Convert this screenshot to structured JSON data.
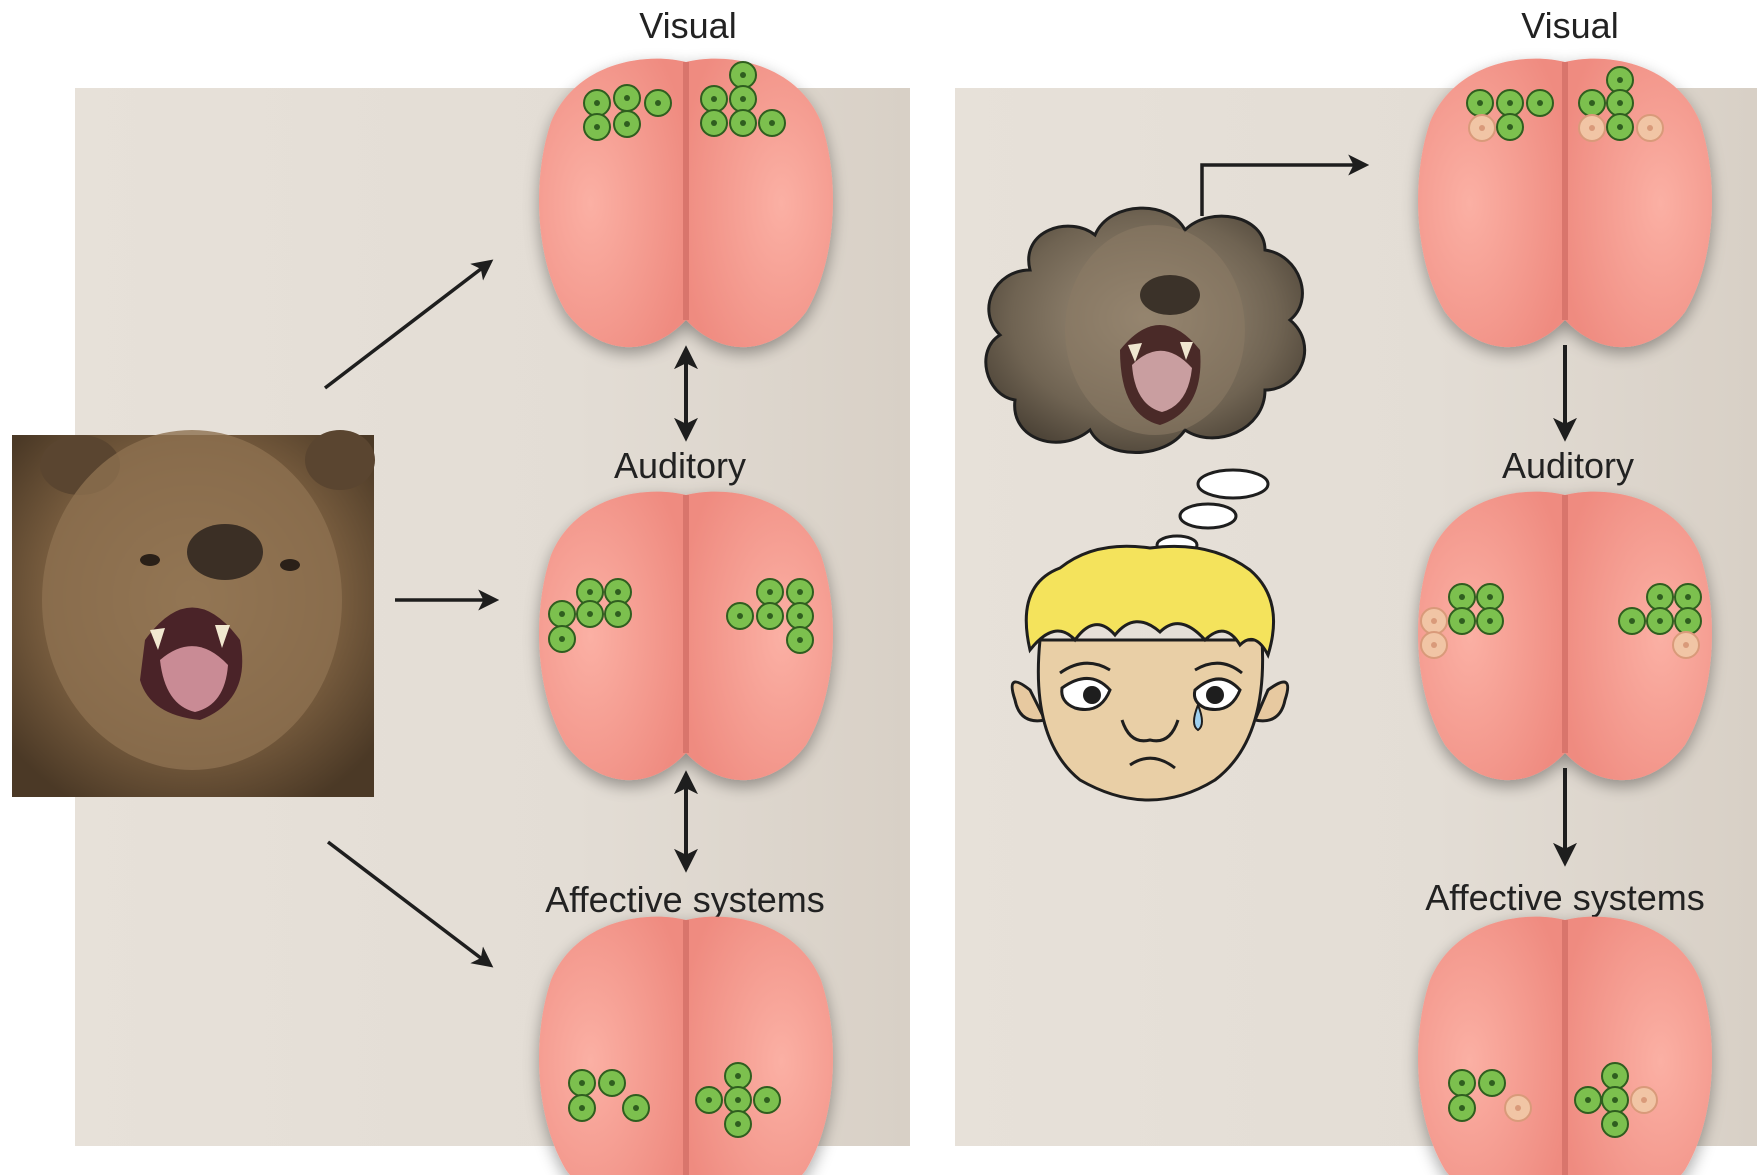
{
  "left_panel": {
    "labels": {
      "visual": "Visual",
      "auditory": "Auditory",
      "affective": "Affective systems"
    },
    "stimulus": "bear-photo"
  },
  "right_panel": {
    "labels": {
      "visual": "Visual",
      "auditory": "Auditory",
      "affective": "Affective systems"
    },
    "stimulus": "imagined-bear-thought-bubble"
  },
  "colors": {
    "panel_bg": "#e3ddd5",
    "brain_fill": "#f3958a",
    "brain_center": "#e57f76",
    "neuron_active": "#7cc04e",
    "neuron_faded": "#e9b99a",
    "arrow": "#1e1e1e"
  }
}
